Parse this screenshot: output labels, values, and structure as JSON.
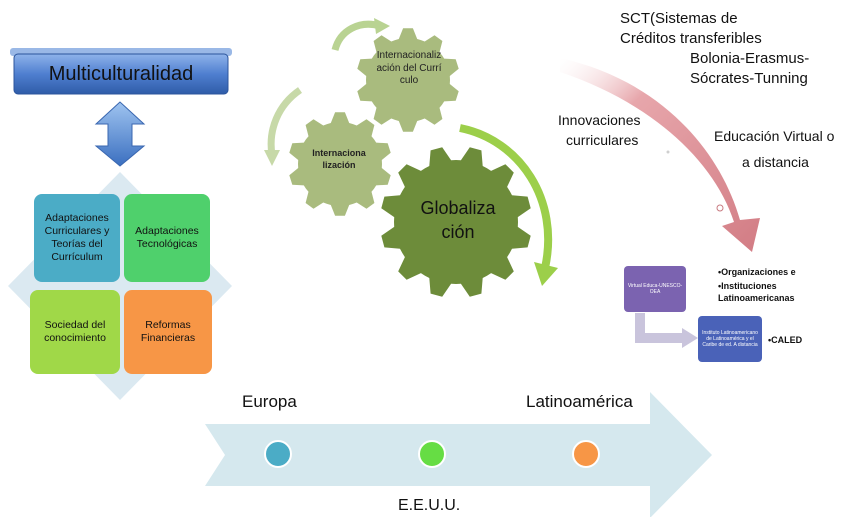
{
  "title": {
    "text": "Multiculturalidad"
  },
  "matrix": {
    "tl": "Adaptaciones Curriculares y Teorías del Currículum",
    "tr": "Adaptaciones Tecnológicas",
    "bl": "Sociedad del conocimiento",
    "br": "Reformas Financieras"
  },
  "gears": {
    "top": "Internacionalización del Currículo",
    "left": "Internacionalización",
    "big": "Globalización"
  },
  "right": {
    "sct_line1": "SCT(Sistemas de",
    "sct_line2": "Créditos transferibles",
    "sct_line3": "Bolonia-Erasmus-",
    "sct_line4": "Sócrates-Tunning",
    "innov_line1": "Innovaciones",
    "innov_line2": "curriculares",
    "virtual_line1": "Educación Virtual o",
    "virtual_line2": "a distancia",
    "box1": "Virtual Educa-UNESCO-OEA",
    "box2": "Instituto Latinoamericano de Latinoamérica y el Caribe de ed. A distancia",
    "bullet1": "•Organizaciones e",
    "bullet2": "•Instituciones Latinoamericanas",
    "bullet3": "•CALED"
  },
  "timeline": {
    "europa": "Europa",
    "latam": "Latinoamérica",
    "eeuu": "E.E.U.U."
  },
  "colors": {
    "banner": "#4472c4",
    "box_tl": "#4bacc6",
    "box_tr": "#4fd06c",
    "box_bl": "#a0d848",
    "box_br": "#f79646",
    "gear_light": "#a9bb7e",
    "gear_dark": "#6d8c3a",
    "arrow_red": "#d98a91",
    "timeline": "#d5e8ee"
  }
}
